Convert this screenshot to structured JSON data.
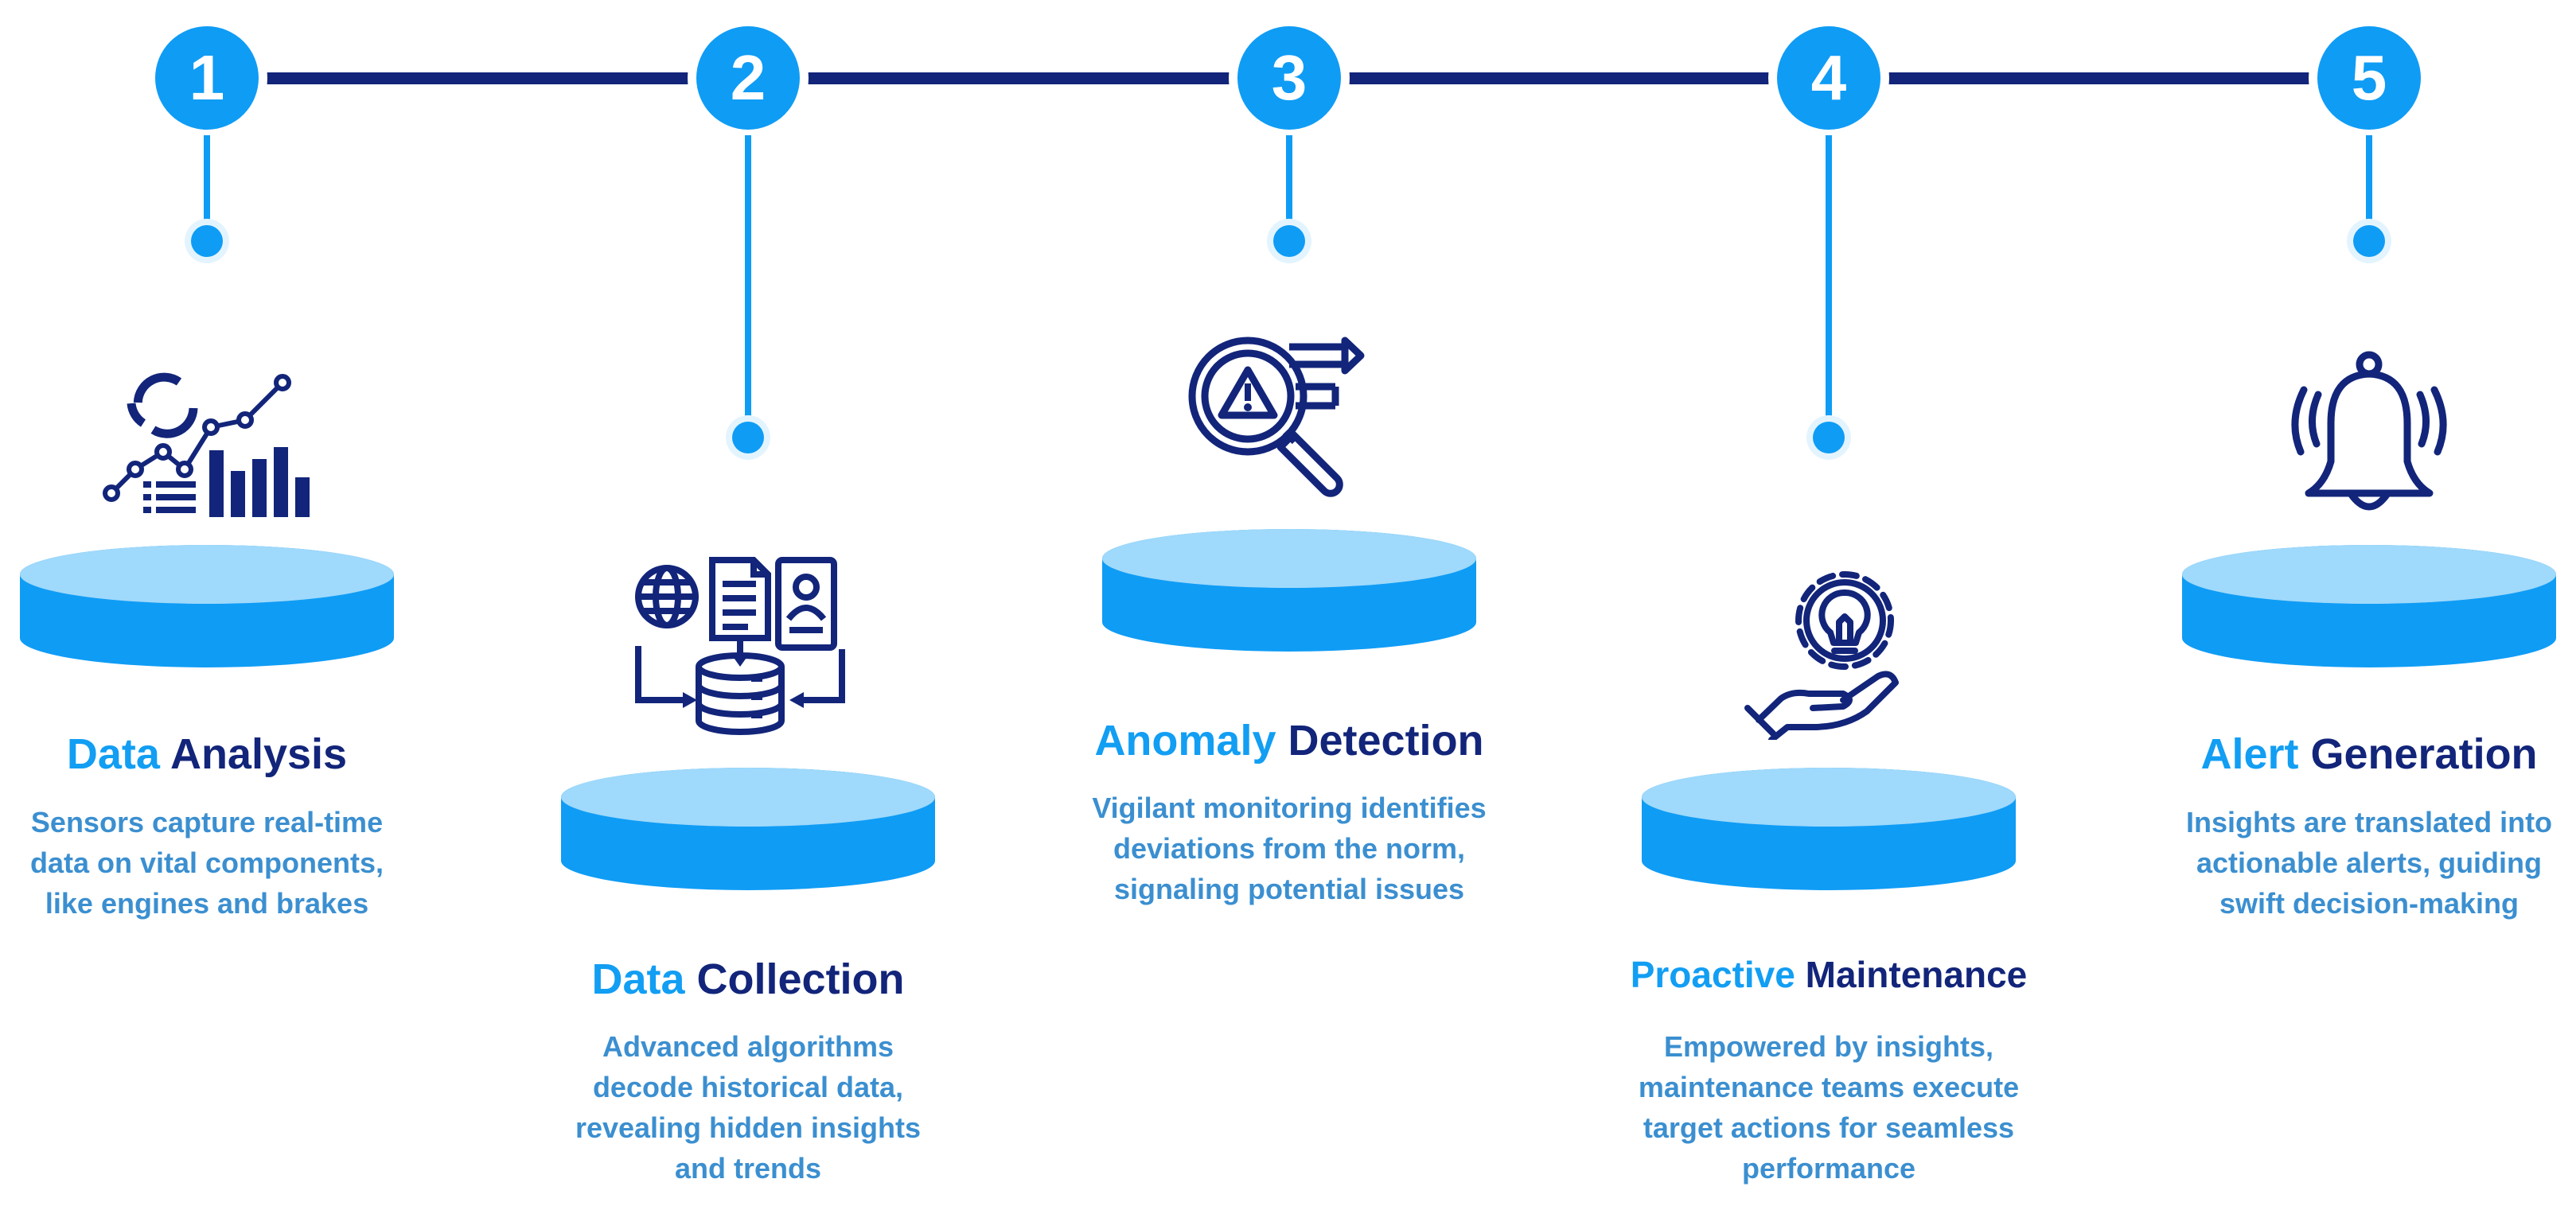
{
  "colors": {
    "accent": "#0f9cf5",
    "dark_navy": "#12257a",
    "text_blue": "#3b8fd0",
    "disk_top": "#9fd9fb",
    "disk_side": "#0f9cf5"
  },
  "steps": [
    {
      "number": "1",
      "icon": "analytics-charts-icon",
      "title_highlight": "Data",
      "title_rest": " Analysis",
      "description": "Sensors capture real-time data on vital components, like engines and brakes"
    },
    {
      "number": "2",
      "icon": "data-collection-icon",
      "title_highlight": "Data",
      "title_rest": " Collection",
      "description": "Advanced algorithms decode historical data, revealing hidden insights and trends"
    },
    {
      "number": "3",
      "icon": "magnifier-warning-icon",
      "title_highlight": "Anomaly",
      "title_rest": " Detection",
      "description": "Vigilant monitoring identifies deviations from the norm, signaling potential issues"
    },
    {
      "number": "4",
      "icon": "lightbulb-gear-hand-icon",
      "title_highlight": "Proactive",
      "title_rest": " Maintenance",
      "description": "Empowered by insights, maintenance teams execute target actions for seamless performance"
    },
    {
      "number": "5",
      "icon": "alarm-bell-icon",
      "title_highlight": "Alert",
      "title_rest": " Generation",
      "description": "Insights are translated into actionable alerts, guiding swift decision-making"
    }
  ]
}
